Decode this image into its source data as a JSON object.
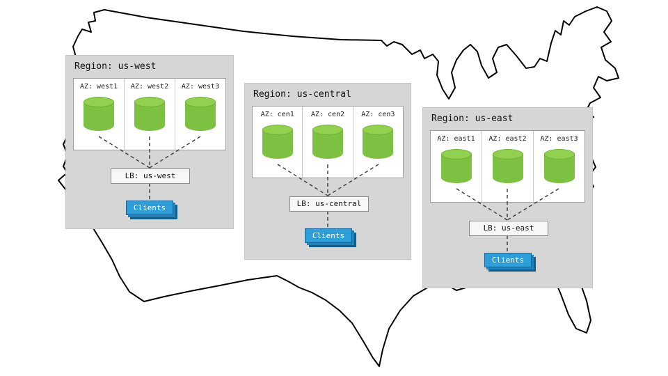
{
  "regions": [
    {
      "title": "Region: us-west",
      "azs": [
        "AZ: west1",
        "AZ: west2",
        "AZ: west3"
      ],
      "lb": "LB: us-west",
      "clients": "Clients"
    },
    {
      "title": "Region: us-central",
      "azs": [
        "AZ: cen1",
        "AZ: cen2",
        "AZ: cen3"
      ],
      "lb": "LB: us-central",
      "clients": "Clients"
    },
    {
      "title": "Region: us-east",
      "azs": [
        "AZ: east1",
        "AZ: east2",
        "AZ: east3"
      ],
      "lb": "LB: us-east",
      "clients": "Clients"
    }
  ],
  "icons": {
    "database_cylinder": "database-icon",
    "map": "us-map-outline"
  },
  "colors": {
    "region_background": "#d6d6d6",
    "az_background": "#ffffff",
    "cylinder_green": "#7cc142",
    "cylinder_top_green": "#92d150",
    "clients_blue": "#2e9ed8",
    "map_outline": "#000000"
  }
}
